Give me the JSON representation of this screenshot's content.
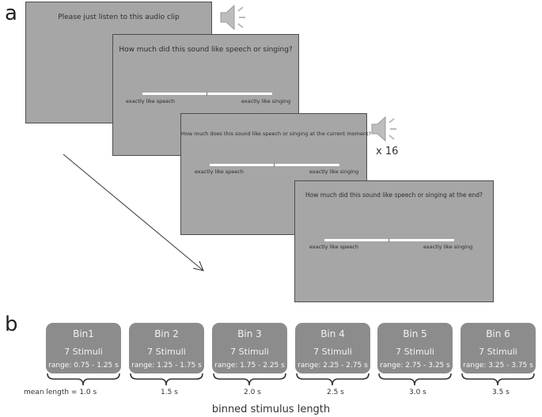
{
  "panel_a": {
    "label": "a",
    "screen1_text": "Please just listen to this audio clip",
    "screen2": {
      "question": "How much did this sound like speech or singing?",
      "left": "exactly like speech",
      "right": "exactly like singing"
    },
    "screen3": {
      "question": "How much does this sound like speech or singing at the current moment?",
      "left": "exactly like speech",
      "right": "exactly like singing"
    },
    "screen4": {
      "question": "How much did this sound like speech or singing at the end?",
      "left": "exactly like speech",
      "right": "exactly like singing"
    },
    "repeat_label": "x 16",
    "icons": [
      "speaker-icon",
      "arrow-icon"
    ]
  },
  "panel_b": {
    "label": "b",
    "bins": [
      {
        "title": "Bin1",
        "stimuli": "7 Stimuli",
        "range": "range: 0.75 - 1.25 s",
        "mean": "mean length = 1.0 s"
      },
      {
        "title": "Bin 2",
        "stimuli": "7 Stimuli",
        "range": "range: 1.25 - 1.75 s",
        "mean": "1.5 s"
      },
      {
        "title": "Bin 3",
        "stimuli": "7 Stimuli",
        "range": "range: 1.75 - 2.25 s",
        "mean": "2.0 s"
      },
      {
        "title": "Bin 4",
        "stimuli": "7 Stimuli",
        "range": "range: 2.25 - 2.75 s",
        "mean": "2.5 s"
      },
      {
        "title": "Bin 5",
        "stimuli": "7 Stimuli",
        "range": "range: 2.75 - 3.25 s",
        "mean": "3.0 s"
      },
      {
        "title": "Bin 6",
        "stimuli": "7 Stimuli",
        "range": "range: 3.25 - 3.75 s",
        "mean": "3.5 s"
      }
    ],
    "axis_title": "binned stimulus length"
  }
}
